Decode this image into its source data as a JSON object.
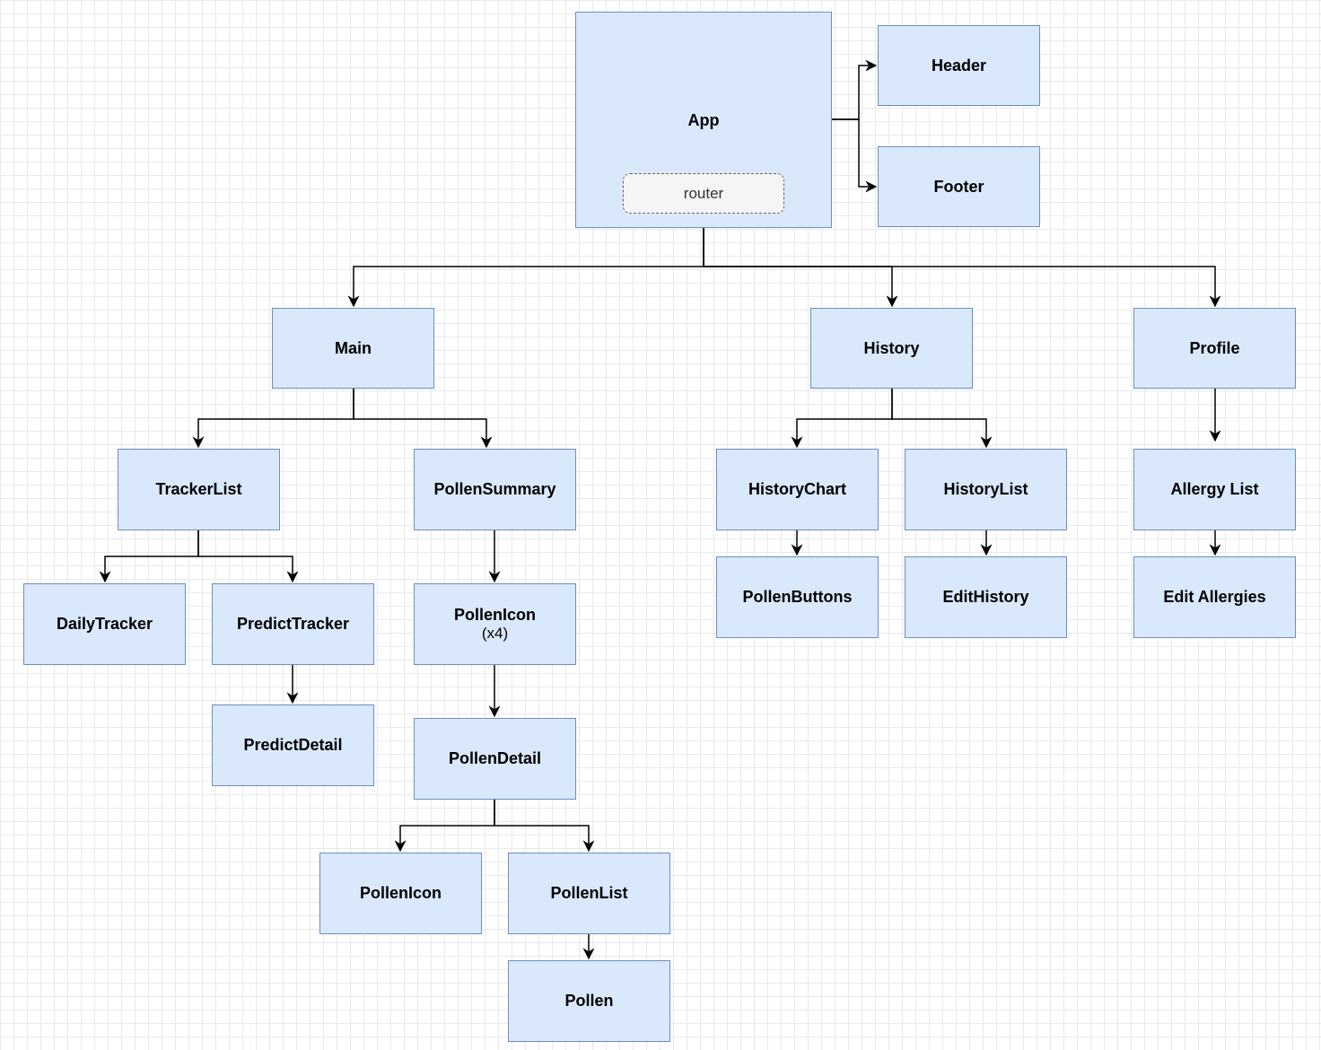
{
  "diagram": {
    "nodes": {
      "app": "App",
      "router": "router",
      "header": "Header",
      "footer": "Footer",
      "main": "Main",
      "history": "History",
      "profile": "Profile",
      "tracker_list": "TrackerList",
      "pollen_summary": "PollenSummary",
      "history_chart": "HistoryChart",
      "history_list": "HistoryList",
      "allergy_list": "Allergy List",
      "daily_tracker": "DailyTracker",
      "predict_tracker": "PredictTracker",
      "pollen_icon_multi": "PollenIcon",
      "pollen_icon_multi_count": "(x4)",
      "pollen_buttons": "PollenButtons",
      "edit_history": "EditHistory",
      "edit_allergies": "Edit Allergies",
      "predict_detail": "PredictDetail",
      "pollen_detail": "PollenDetail",
      "pollen_icon": "PollenIcon",
      "pollen_list": "PollenList",
      "pollen": "Pollen"
    },
    "colors": {
      "node_fill": "#dae8fc",
      "node_border": "#6c8ebf",
      "router_fill": "#f5f5f5",
      "router_border": "#666666",
      "edge": "#000000"
    }
  }
}
